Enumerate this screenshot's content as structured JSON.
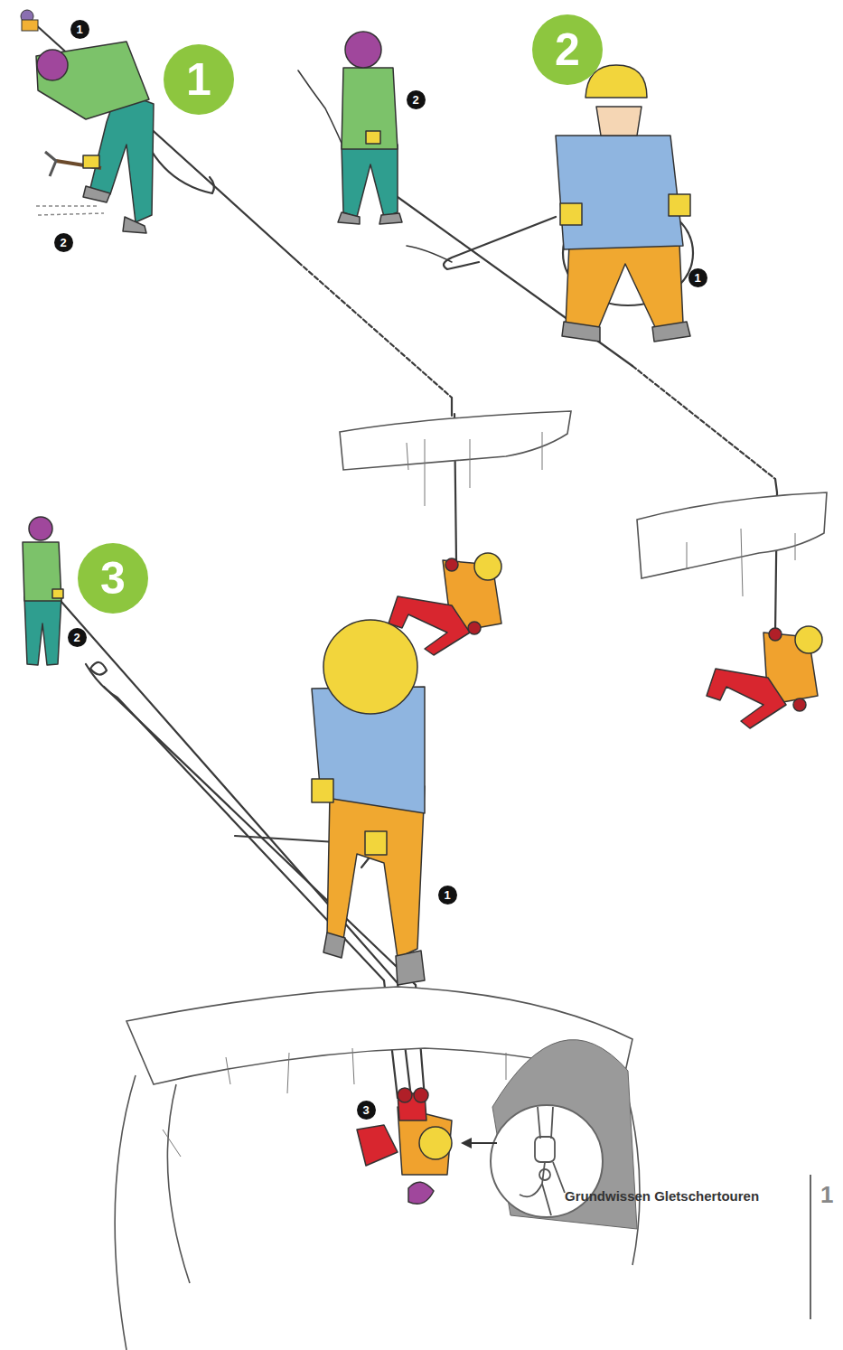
{
  "diagram": {
    "nodes": [
      {
        "text": [
          "1"
        ]
      },
      {
        "text": [
          "1"
        ]
      },
      {
        "text": [
          "2"
        ]
      },
      {
        "text": [
          "2"
        ]
      },
      {
        "text": [
          "2"
        ]
      },
      {
        "text": [
          "1"
        ]
      },
      {
        "text": [
          "3"
        ]
      },
      {
        "text": [
          "2"
        ]
      },
      {
        "text": [
          "1"
        ]
      },
      {
        "text": [
          "3"
        ]
      }
    ],
    "labels": [
      "Grundwissen Gletschertouren",
      "1"
    ]
  }
}
